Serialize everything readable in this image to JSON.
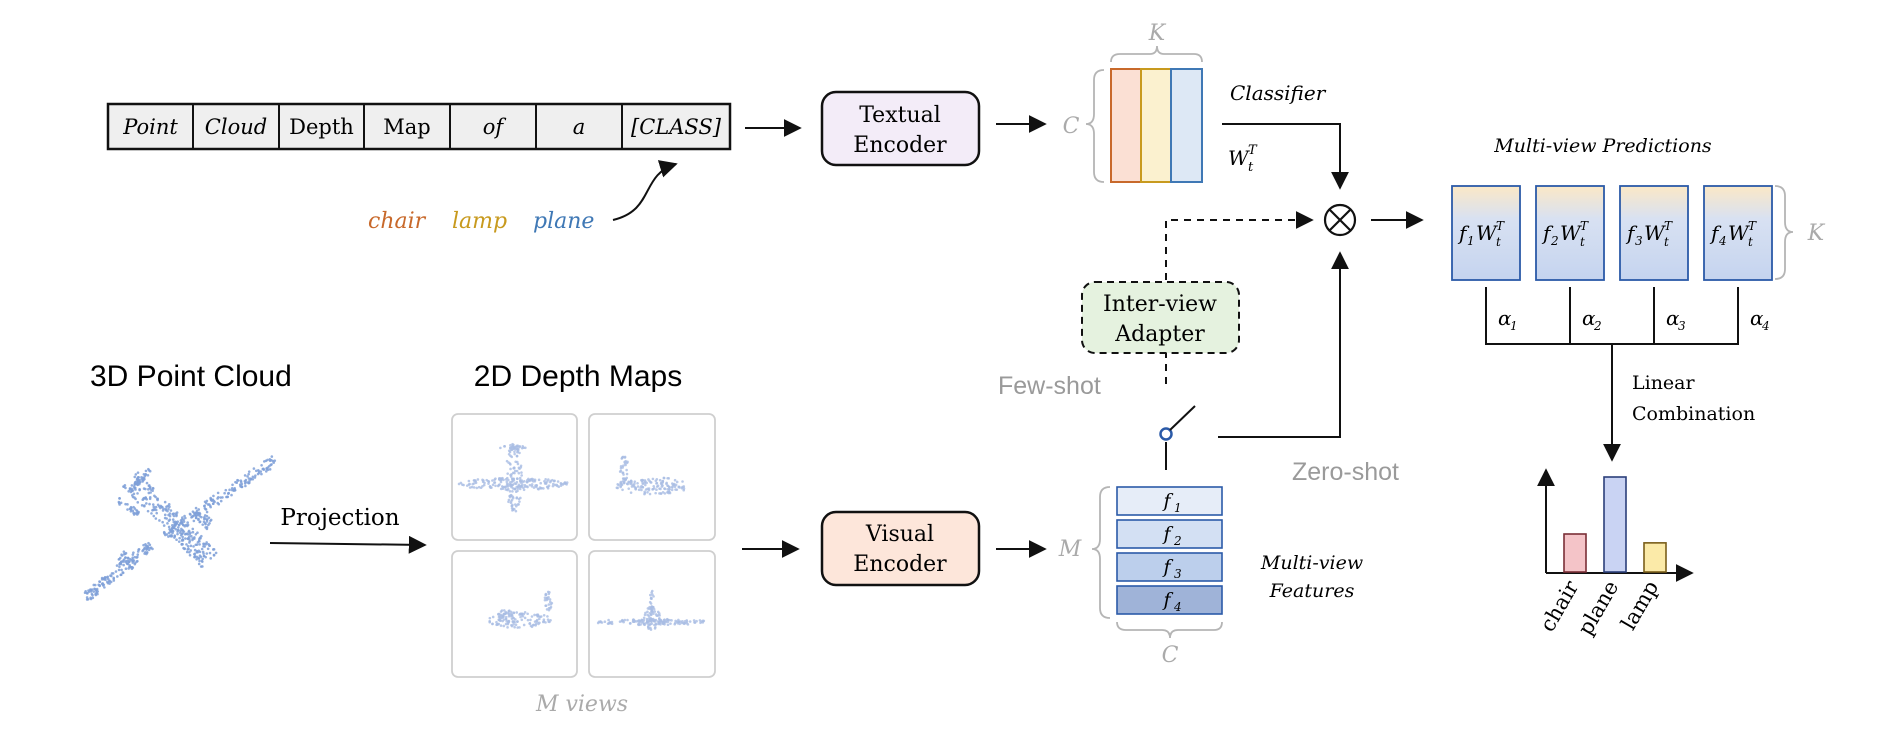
{
  "prompt": {
    "tokens": [
      "Point",
      "Cloud",
      "Depth",
      "Map",
      "of",
      "a",
      "[CLASS]"
    ]
  },
  "classes": [
    {
      "label": "chair",
      "color": "#c8692b"
    },
    {
      "label": "lamp",
      "color": "#c89a1e"
    },
    {
      "label": "plane",
      "color": "#3f78b5"
    }
  ],
  "textual_encoder": {
    "line1": "Textual",
    "line2": "Encoder",
    "fill": "#f3ecf8"
  },
  "visual_encoder": {
    "line1": "Visual",
    "line2": "Encoder",
    "fill": "#fde6da"
  },
  "classifier": {
    "title": "Classifier",
    "weight_symbol": "W",
    "weight_sub": "t",
    "weight_sup": "T",
    "dim_k": "K",
    "dim_c": "C",
    "column_colors": [
      "#fbe0d4",
      "#fbf1cf",
      "#dde8f5"
    ]
  },
  "adapter": {
    "line1": "Inter-view",
    "line2": "Adapter",
    "fill": "#e5f2df"
  },
  "modes": {
    "few_shot": "Few-shot",
    "zero_shot": "Zero-shot"
  },
  "left": {
    "point_cloud_title": "3D Point Cloud",
    "projection_label": "Projection",
    "depth_maps_title": "2D Depth Maps",
    "views_caption": "M views"
  },
  "features": {
    "dim_m": "M",
    "dim_c": "C",
    "caption_line1": "Multi-view",
    "caption_line2": "Features",
    "items": [
      {
        "sym": "f",
        "sub": "1",
        "fill": "#e6edf8"
      },
      {
        "sym": "f",
        "sub": "2",
        "fill": "#d3e0f3"
      },
      {
        "sym": "f",
        "sub": "3",
        "fill": "#bccfec"
      },
      {
        "sym": "f",
        "sub": "4",
        "fill": "#9fb3d8"
      }
    ]
  },
  "predictions": {
    "title": "Multi-view Predictions",
    "dim_k": "K",
    "items": [
      {
        "sym": "f",
        "sub": "1",
        "w": "W",
        "wsub": "t",
        "wsup": "T",
        "alpha": "α",
        "alpha_sub": "1"
      },
      {
        "sym": "f",
        "sub": "2",
        "w": "W",
        "wsub": "t",
        "wsup": "T",
        "alpha": "α",
        "alpha_sub": "2"
      },
      {
        "sym": "f",
        "sub": "3",
        "w": "W",
        "wsub": "t",
        "wsup": "T",
        "alpha": "α",
        "alpha_sub": "3"
      },
      {
        "sym": "f",
        "sub": "4",
        "w": "W",
        "wsub": "t",
        "wsup": "T",
        "alpha": "α",
        "alpha_sub": "4"
      }
    ],
    "combination_line1": "Linear",
    "combination_line2": "Combination"
  },
  "result_chart": {
    "categories": [
      "chair",
      "plane",
      "lamp"
    ],
    "values": [
      0.3,
      0.75,
      0.23
    ],
    "colors": [
      "#f4c4c8",
      "#c9d3f3",
      "#fbeaa8"
    ]
  },
  "operator_symbol": "⊗"
}
